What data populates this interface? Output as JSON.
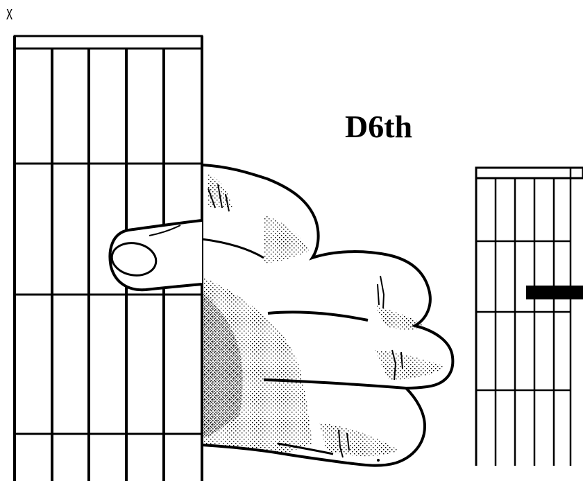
{
  "chord": {
    "name": "D6th"
  },
  "left_diagram": {
    "string_marks": [
      "X"
    ]
  },
  "icons": {
    "hand": "fretting-hand-illustration"
  },
  "colors": {
    "ink": "#000000",
    "paper": "#ffffff"
  }
}
